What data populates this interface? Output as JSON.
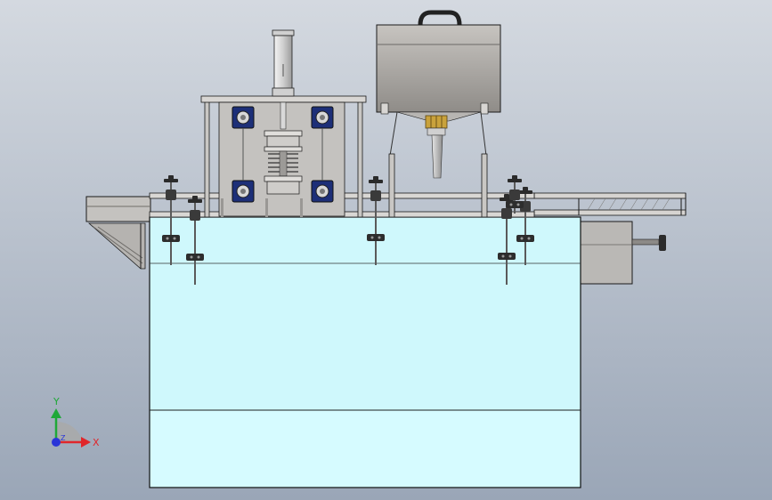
{
  "viewport": {
    "background_top": "#d4d9e0",
    "background_bottom": "#9aa6b7"
  },
  "colors": {
    "glass": "#cff8fc",
    "glass_lower": "#d6fbff",
    "steel": "#c9c7c4",
    "steel_dark": "#8f8d8a",
    "hopper": "#a9a6a2",
    "edge": "#1a1a1a",
    "bearing_blue": "#1d2f78",
    "brass": "#c9a23c",
    "axis_x": "#e0262b",
    "axis_y": "#1fa838",
    "axis_z": "#2a35d8"
  },
  "axes": {
    "x_label": "X",
    "y_label": "Y",
    "z_label": "Z"
  },
  "icons": {
    "triad": "coordinate-triad-icon",
    "bearing": "flange-bearing-icon",
    "knob": "star-knob-icon"
  }
}
